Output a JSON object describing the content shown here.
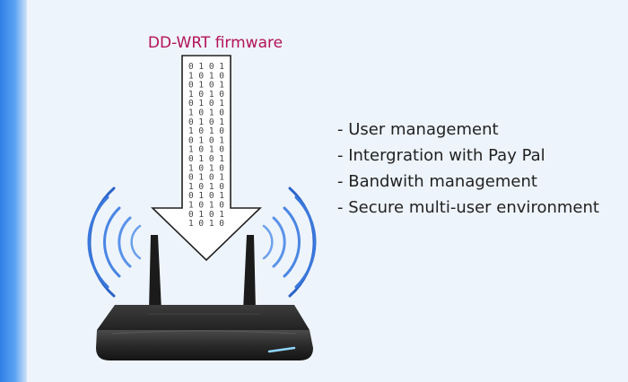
{
  "title": "DD-WRT firmware",
  "features": [
    "- User management",
    "- Intergration with Pay Pal",
    "- Bandwith management",
    "- Secure multi-user environment"
  ],
  "binary_rows": [
    "0101",
    "1010",
    "0101",
    "1010",
    "0101",
    "1010",
    "0101",
    "1010",
    "0101",
    "1010",
    "0101",
    "1010",
    "0101",
    "1010",
    "0101",
    "1010",
    "0101",
    "1010"
  ],
  "colors": {
    "title": "#b3125a",
    "accent_bar": "#2f7fe6",
    "signal_waves": "#2b63c9",
    "router_body": "#2a2a2a"
  },
  "icons": [
    "router-icon",
    "signal-wave-icon",
    "download-arrow-icon"
  ]
}
